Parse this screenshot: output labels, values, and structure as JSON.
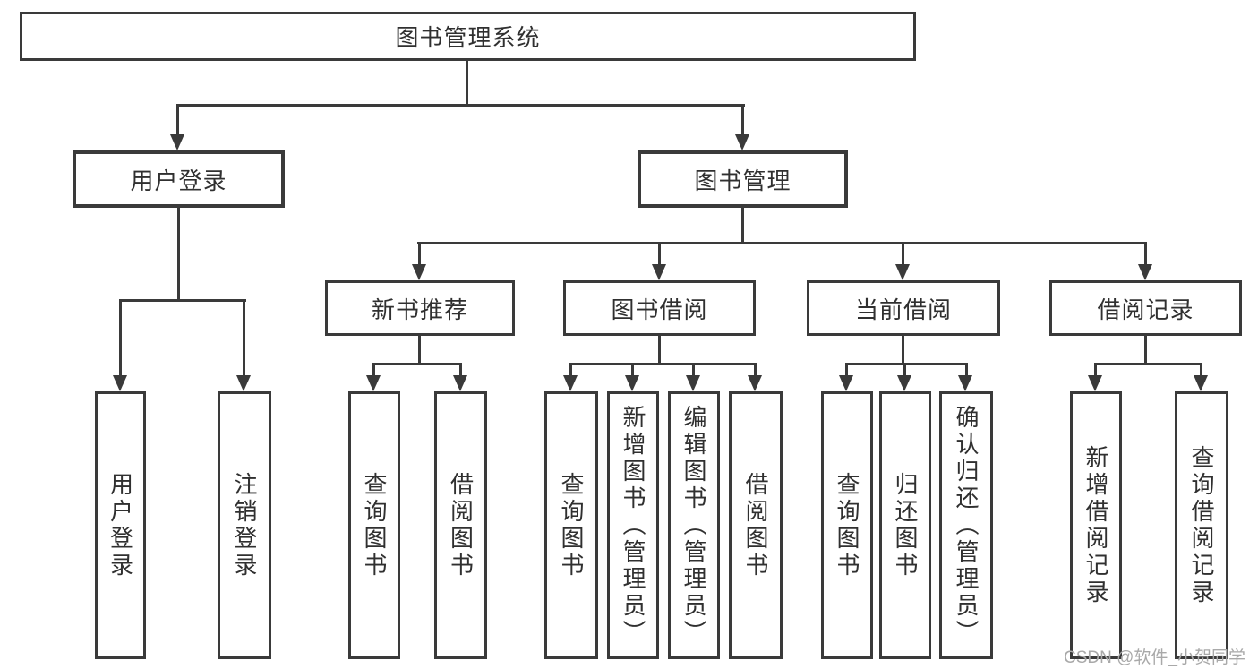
{
  "diagram": {
    "root": {
      "label": "图书管理系统"
    },
    "level2": [
      {
        "label": "用户登录",
        "children": [
          "用户登录",
          "注销登录"
        ]
      },
      {
        "label": "图书管理",
        "children": [
          {
            "label": "新书推荐",
            "children": [
              "查询图书",
              "借阅图书"
            ]
          },
          {
            "label": "图书借阅",
            "children": [
              "查询图书",
              "新增图书（管理员）",
              "编辑图书（管理员）",
              "借阅图书"
            ]
          },
          {
            "label": "当前借阅",
            "children": [
              "查询图书",
              "归还图书",
              "确认归还（管理员）"
            ]
          },
          {
            "label": "借阅记录",
            "children": [
              "新增借阅记录",
              "查询借阅记录"
            ]
          }
        ]
      }
    ]
  },
  "watermark": {
    "text": "CSDN @软件_小贺同学"
  },
  "colors": {
    "line": "#3a3a3a",
    "text": "#303030",
    "background": "#ffffff",
    "watermark": "#a9a9a9"
  }
}
